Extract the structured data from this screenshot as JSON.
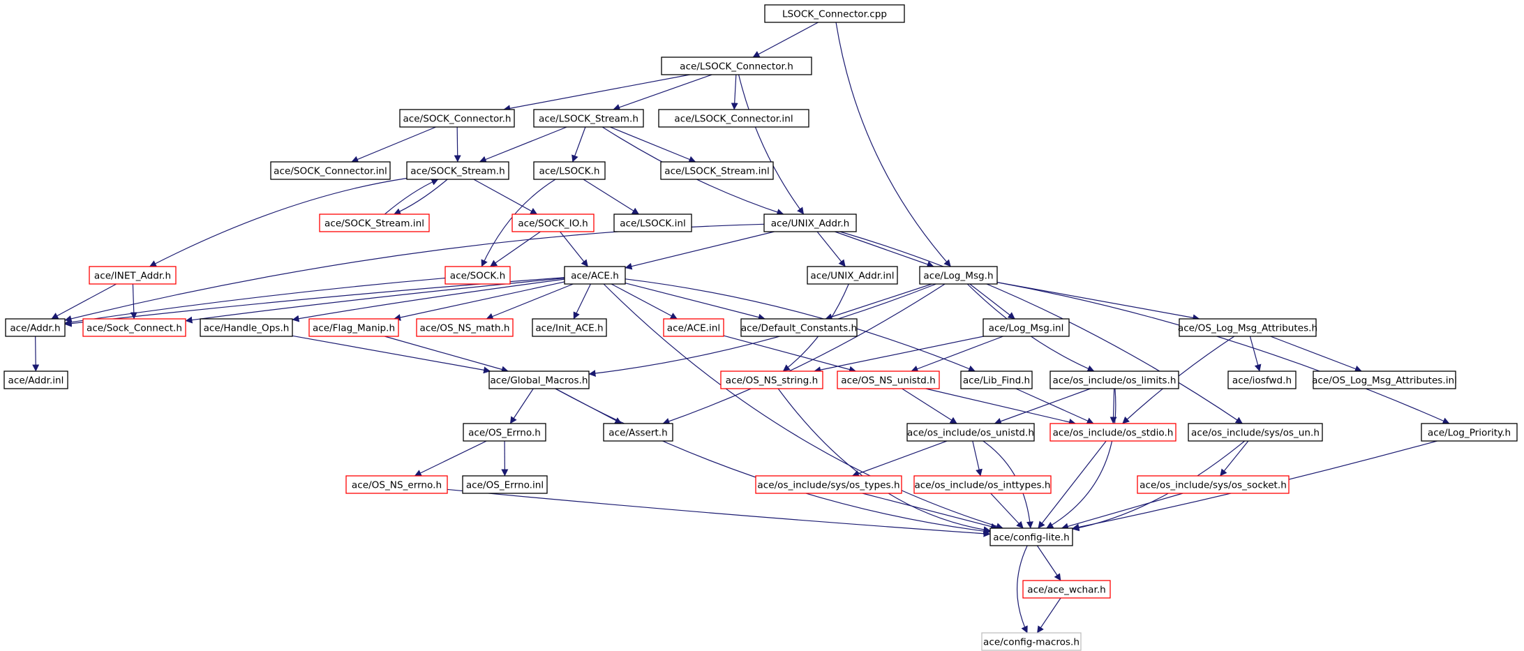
{
  "colors": {
    "edge": "#191970",
    "border_default": "#000000",
    "border_missing": "#ff0000",
    "border_grey": "#bfbfbf",
    "root_fill": "#bfbfbf",
    "text": "#000000"
  },
  "nodes": [
    {
      "id": "root",
      "label": "LSOCK_Connector.cpp",
      "style": "root"
    },
    {
      "id": "lsock_connector_h",
      "label": "ace/LSOCK_Connector.h",
      "style": "default"
    },
    {
      "id": "sock_connector_h",
      "label": "ace/SOCK_Connector.h",
      "style": "default"
    },
    {
      "id": "lsock_stream_h",
      "label": "ace/LSOCK_Stream.h",
      "style": "default"
    },
    {
      "id": "lsock_connector_inl",
      "label": "ace/LSOCK_Connector.inl",
      "style": "default"
    },
    {
      "id": "sock_connector_inl",
      "label": "ace/SOCK_Connector.inl",
      "style": "default"
    },
    {
      "id": "sock_stream_h",
      "label": "ace/SOCK_Stream.h",
      "style": "default"
    },
    {
      "id": "lsock_h",
      "label": "ace/LSOCK.h",
      "style": "default"
    },
    {
      "id": "lsock_stream_inl",
      "label": "ace/LSOCK_Stream.inl",
      "style": "default"
    },
    {
      "id": "sock_stream_inl",
      "label": "ace/SOCK_Stream.inl",
      "style": "missing"
    },
    {
      "id": "sock_io_h",
      "label": "ace/SOCK_IO.h",
      "style": "missing"
    },
    {
      "id": "lsock_inl",
      "label": "ace/LSOCK.inl",
      "style": "default"
    },
    {
      "id": "unix_addr_h",
      "label": "ace/UNIX_Addr.h",
      "style": "default"
    },
    {
      "id": "inet_addr_h",
      "label": "ace/INET_Addr.h",
      "style": "missing"
    },
    {
      "id": "sock_h",
      "label": "ace/SOCK.h",
      "style": "missing"
    },
    {
      "id": "ace_h",
      "label": "ace/ACE.h",
      "style": "default"
    },
    {
      "id": "unix_addr_inl",
      "label": "ace/UNIX_Addr.inl",
      "style": "default"
    },
    {
      "id": "log_msg_h",
      "label": "ace/Log_Msg.h",
      "style": "default"
    },
    {
      "id": "addr_h",
      "label": "ace/Addr.h",
      "style": "default"
    },
    {
      "id": "sock_connect_h",
      "label": "ace/Sock_Connect.h",
      "style": "missing"
    },
    {
      "id": "handle_ops_h",
      "label": "ace/Handle_Ops.h",
      "style": "default"
    },
    {
      "id": "flag_manip_h",
      "label": "ace/Flag_Manip.h",
      "style": "missing"
    },
    {
      "id": "os_ns_math_h",
      "label": "ace/OS_NS_math.h",
      "style": "missing"
    },
    {
      "id": "init_ace_h",
      "label": "ace/Init_ACE.h",
      "style": "default"
    },
    {
      "id": "ace_inl",
      "label": "ace/ACE.inl",
      "style": "missing"
    },
    {
      "id": "default_constants_h",
      "label": "ace/Default_Constants.h",
      "style": "default"
    },
    {
      "id": "log_msg_inl",
      "label": "ace/Log_Msg.inl",
      "style": "default"
    },
    {
      "id": "os_log_msg_attributes_h",
      "label": "ace/OS_Log_Msg_Attributes.h",
      "style": "default"
    },
    {
      "id": "addr_inl",
      "label": "ace/Addr.inl",
      "style": "default"
    },
    {
      "id": "global_macros_h",
      "label": "ace/Global_Macros.h",
      "style": "default"
    },
    {
      "id": "os_ns_string_h",
      "label": "ace/OS_NS_string.h",
      "style": "missing"
    },
    {
      "id": "os_ns_unistd_h",
      "label": "ace/OS_NS_unistd.h",
      "style": "missing"
    },
    {
      "id": "lib_find_h",
      "label": "ace/Lib_Find.h",
      "style": "default"
    },
    {
      "id": "os_limits_h",
      "label": "ace/os_include/os_limits.h",
      "style": "default"
    },
    {
      "id": "iosfwd_h",
      "label": "ace/iosfwd.h",
      "style": "default"
    },
    {
      "id": "os_log_msg_attributes_inl",
      "label": "ace/OS_Log_Msg_Attributes.inl",
      "style": "default"
    },
    {
      "id": "os_errno_h",
      "label": "ace/OS_Errno.h",
      "style": "default"
    },
    {
      "id": "assert_h",
      "label": "ace/Assert.h",
      "style": "default"
    },
    {
      "id": "os_unistd_h",
      "label": "ace/os_include/os_unistd.h",
      "style": "default"
    },
    {
      "id": "os_stdio_h",
      "label": "ace/os_include/os_stdio.h",
      "style": "missing"
    },
    {
      "id": "os_un_h",
      "label": "ace/os_include/sys/os_un.h",
      "style": "default"
    },
    {
      "id": "log_priority_h",
      "label": "ace/Log_Priority.h",
      "style": "default"
    },
    {
      "id": "os_ns_errno_h",
      "label": "ace/OS_NS_errno.h",
      "style": "missing"
    },
    {
      "id": "os_errno_inl",
      "label": "ace/OS_Errno.inl",
      "style": "default"
    },
    {
      "id": "os_types_h",
      "label": "ace/os_include/sys/os_types.h",
      "style": "missing"
    },
    {
      "id": "os_inttypes_h",
      "label": "ace/os_include/os_inttypes.h",
      "style": "missing"
    },
    {
      "id": "os_socket_h",
      "label": "ace/os_include/sys/os_socket.h",
      "style": "missing"
    },
    {
      "id": "config_lite_h",
      "label": "ace/config-lite.h",
      "style": "default"
    },
    {
      "id": "ace_wchar_h",
      "label": "ace/ace_wchar.h",
      "style": "missing"
    },
    {
      "id": "config_macros_h",
      "label": "ace/config-macros.h",
      "style": "grey"
    }
  ]
}
